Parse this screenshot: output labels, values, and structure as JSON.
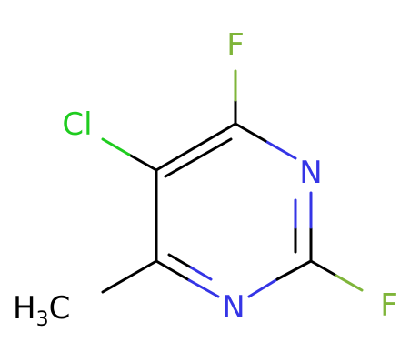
{
  "atoms": {
    "f_top": {
      "label": "F",
      "color": "#7fb53a"
    },
    "cl": {
      "label": "Cl",
      "color": "#1fcc1f"
    },
    "n_right": {
      "label": "N",
      "color": "#3535e6"
    },
    "n_bottom": {
      "label": "N",
      "color": "#3535e6"
    },
    "f_bottom": {
      "label": "F",
      "color": "#7fb53a"
    },
    "methyl": {
      "label_main": "H",
      "label_sub": "3",
      "label_tail": "C",
      "color": "#000000"
    }
  },
  "colors": {
    "bond": "#000000",
    "fluorine": "#7fb53a",
    "chlorine": "#1fcc1f",
    "nitrogen": "#3535e6",
    "background": "#ffffff"
  }
}
